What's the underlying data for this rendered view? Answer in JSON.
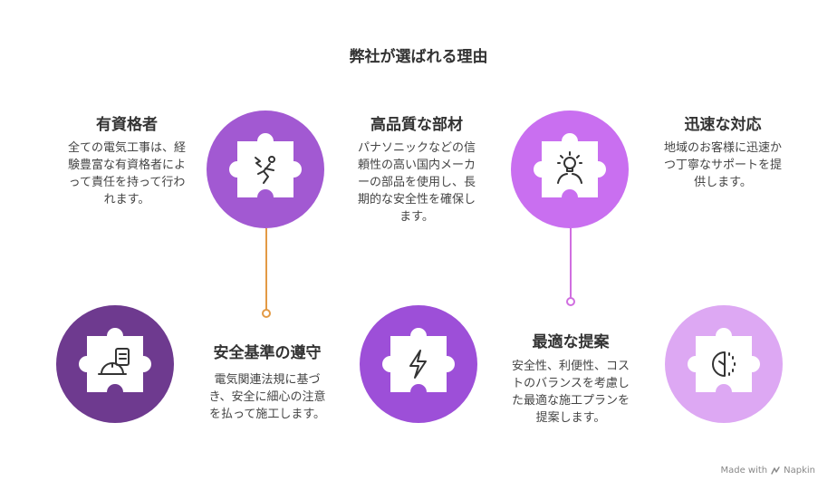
{
  "title": "弊社が選ばれる理由",
  "items": [
    {
      "heading": "有資格者",
      "lines": [
        "全ての電気工事は、経",
        "験豊富な有資格者によ",
        "って責任を持って行わ",
        "れます。"
      ],
      "icon": "electrician-icon",
      "color": "#a259d2"
    },
    {
      "heading": "安全基準の遵守",
      "lines": [
        "電気関連法規に基づ",
        "き、安全に細心の注意",
        "を払って施工します。"
      ],
      "icon": "safety-helmet-checklist-icon",
      "color": "#6e3a8f"
    },
    {
      "heading": "高品質な部材",
      "lines": [
        "パナソニックなどの信",
        "頼性の高い国内メーカ",
        "ーの部品を使用し、長",
        "期的な安全性を確保し",
        "ます。"
      ],
      "icon": "lightning-icon",
      "color": "#9d4fd8"
    },
    {
      "heading": "最適な提案",
      "lines": [
        "安全性、利便性、コス",
        "トのバランスを考慮し",
        "た最適な施工プランを",
        "提案します。"
      ],
      "icon": "idea-person-icon",
      "color": "#c96ff0"
    },
    {
      "heading": "迅速な対応",
      "lines": [
        "地域のお客様に迅速か",
        "つ丁寧なサポートを提",
        "供します。"
      ],
      "icon": "fast-clock-icon",
      "color": "#dda8f3"
    }
  ],
  "brand": {
    "label": "Made with",
    "name": "Napkin"
  }
}
